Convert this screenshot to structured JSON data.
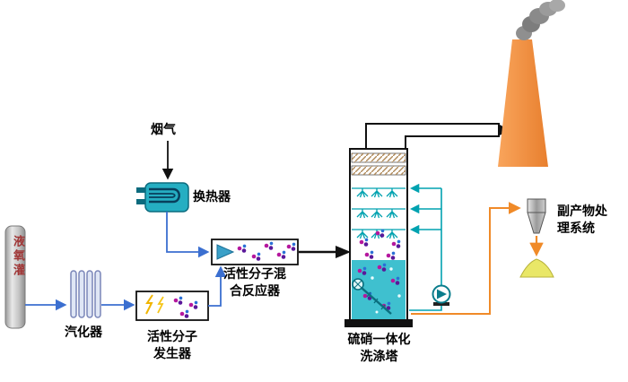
{
  "diagram": {
    "labels": {
      "tank": "液氧灌",
      "vaporizer": "汽化器",
      "generator": [
        "活性分子",
        "发生器"
      ],
      "flue_gas": "烟气",
      "heat_exchanger": "换热器",
      "reactor": [
        "活性分子混",
        "合反应器"
      ],
      "tower": [
        "硫硝一体化",
        "洗涤塔"
      ],
      "byproduct": [
        "副产物处",
        "理系统"
      ]
    },
    "colors": {
      "pipe_blue": "#3b6fd0",
      "process_teal": "#00a2b0",
      "teal_dark": "#0a6f7e",
      "orange_line": "#f08a28",
      "chimney_orange": "#f0883c",
      "liquid_teal": "#3fc0cf",
      "lightning_yellow": "#f0b400",
      "molecule_magenta": "#b5179e",
      "molecule_purple": "#5a189a",
      "molecule_blue": "#2a6fd6",
      "byproduct_yellow": "#e9e767",
      "smoke_gray": "#8a8a8a",
      "demister_tan": "#b08a5a",
      "tank_label_red": "#a03636"
    }
  }
}
